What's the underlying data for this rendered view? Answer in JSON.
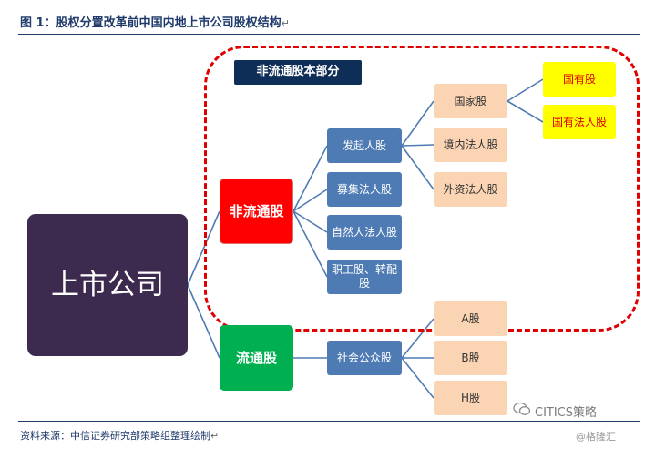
{
  "figure": {
    "title": "图 1：股权分置改革前中国内地上市公司股权结构",
    "title_mark": "↵",
    "source": "资料来源：中信证券研究部策略组整理绘制",
    "source_mark": "↵"
  },
  "diagram": {
    "root": "上市公司",
    "section_label": "非流通股本部分",
    "non_tradable": {
      "label": "非流通股",
      "children": [
        "发起人股",
        "募集法人股",
        "自然人法人股",
        "职工股、转配股"
      ]
    },
    "sponsor_types": [
      "国家股",
      "境内法人股",
      "外资法人股"
    ],
    "state_types": [
      "国有股",
      "国有法人股"
    ],
    "tradable": {
      "label": "流通股",
      "child": "社会公众股",
      "share_types": [
        "A股",
        "B股",
        "H股"
      ]
    }
  },
  "watermarks": {
    "wechat_account": "CITICS策略",
    "wechat_icon": "wechat-icon",
    "site": "@格隆汇"
  },
  "colors": {
    "root": "#3d2b4f",
    "non_tradable": "#ff0000",
    "tradable": "#00b050",
    "level2": "#4e7bb4",
    "level3": "#fbd4b4",
    "level4": "#ffff00",
    "connector": "#4e7bb4",
    "dashed_border": "#e00000",
    "section_label": "#0f2e57"
  }
}
